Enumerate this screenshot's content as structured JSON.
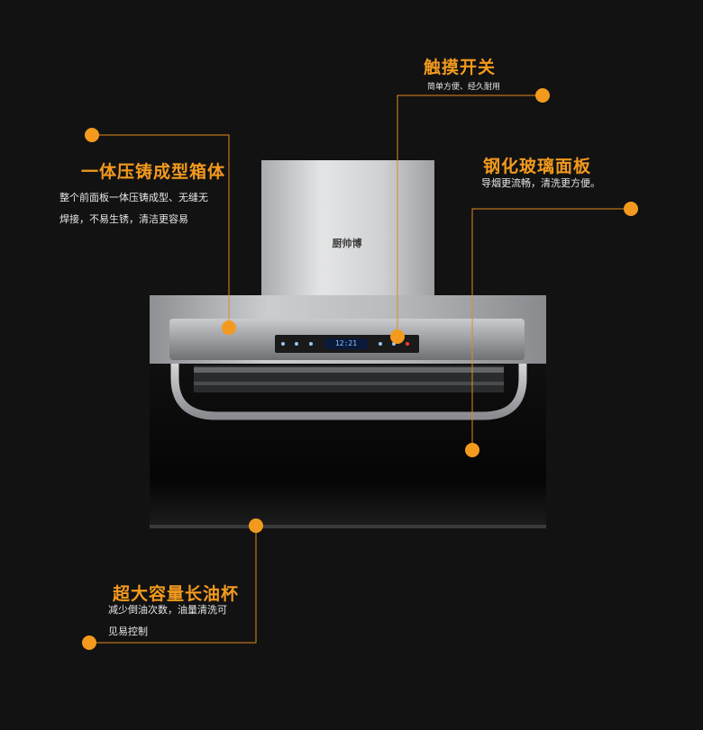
{
  "colors": {
    "background": "#121212",
    "accent_orange": "#f39a1e",
    "leader_line": "#e08a1c",
    "text_light": "#e6e6e6"
  },
  "product": {
    "brand_logo": "厨帅博",
    "display_readout": "12:21"
  },
  "callouts": {
    "touch_switch": {
      "title": "触摸开关",
      "desc": "简单方便、经久耐用"
    },
    "die_cast_body": {
      "title": "一体压铸成型箱体",
      "desc_line1": "整个前面板一体压铸成型、无缝无",
      "desc_line2": "焊接，不易生锈，清洁更容易"
    },
    "tempered_glass": {
      "title": "钢化玻璃面板",
      "desc": "导烟更流畅，清洗更方便。"
    },
    "oil_cup": {
      "title": "超大容量长油杯",
      "desc_line1": "减少倒油次数，油量清洗可",
      "desc_line2": "见易控制"
    }
  }
}
